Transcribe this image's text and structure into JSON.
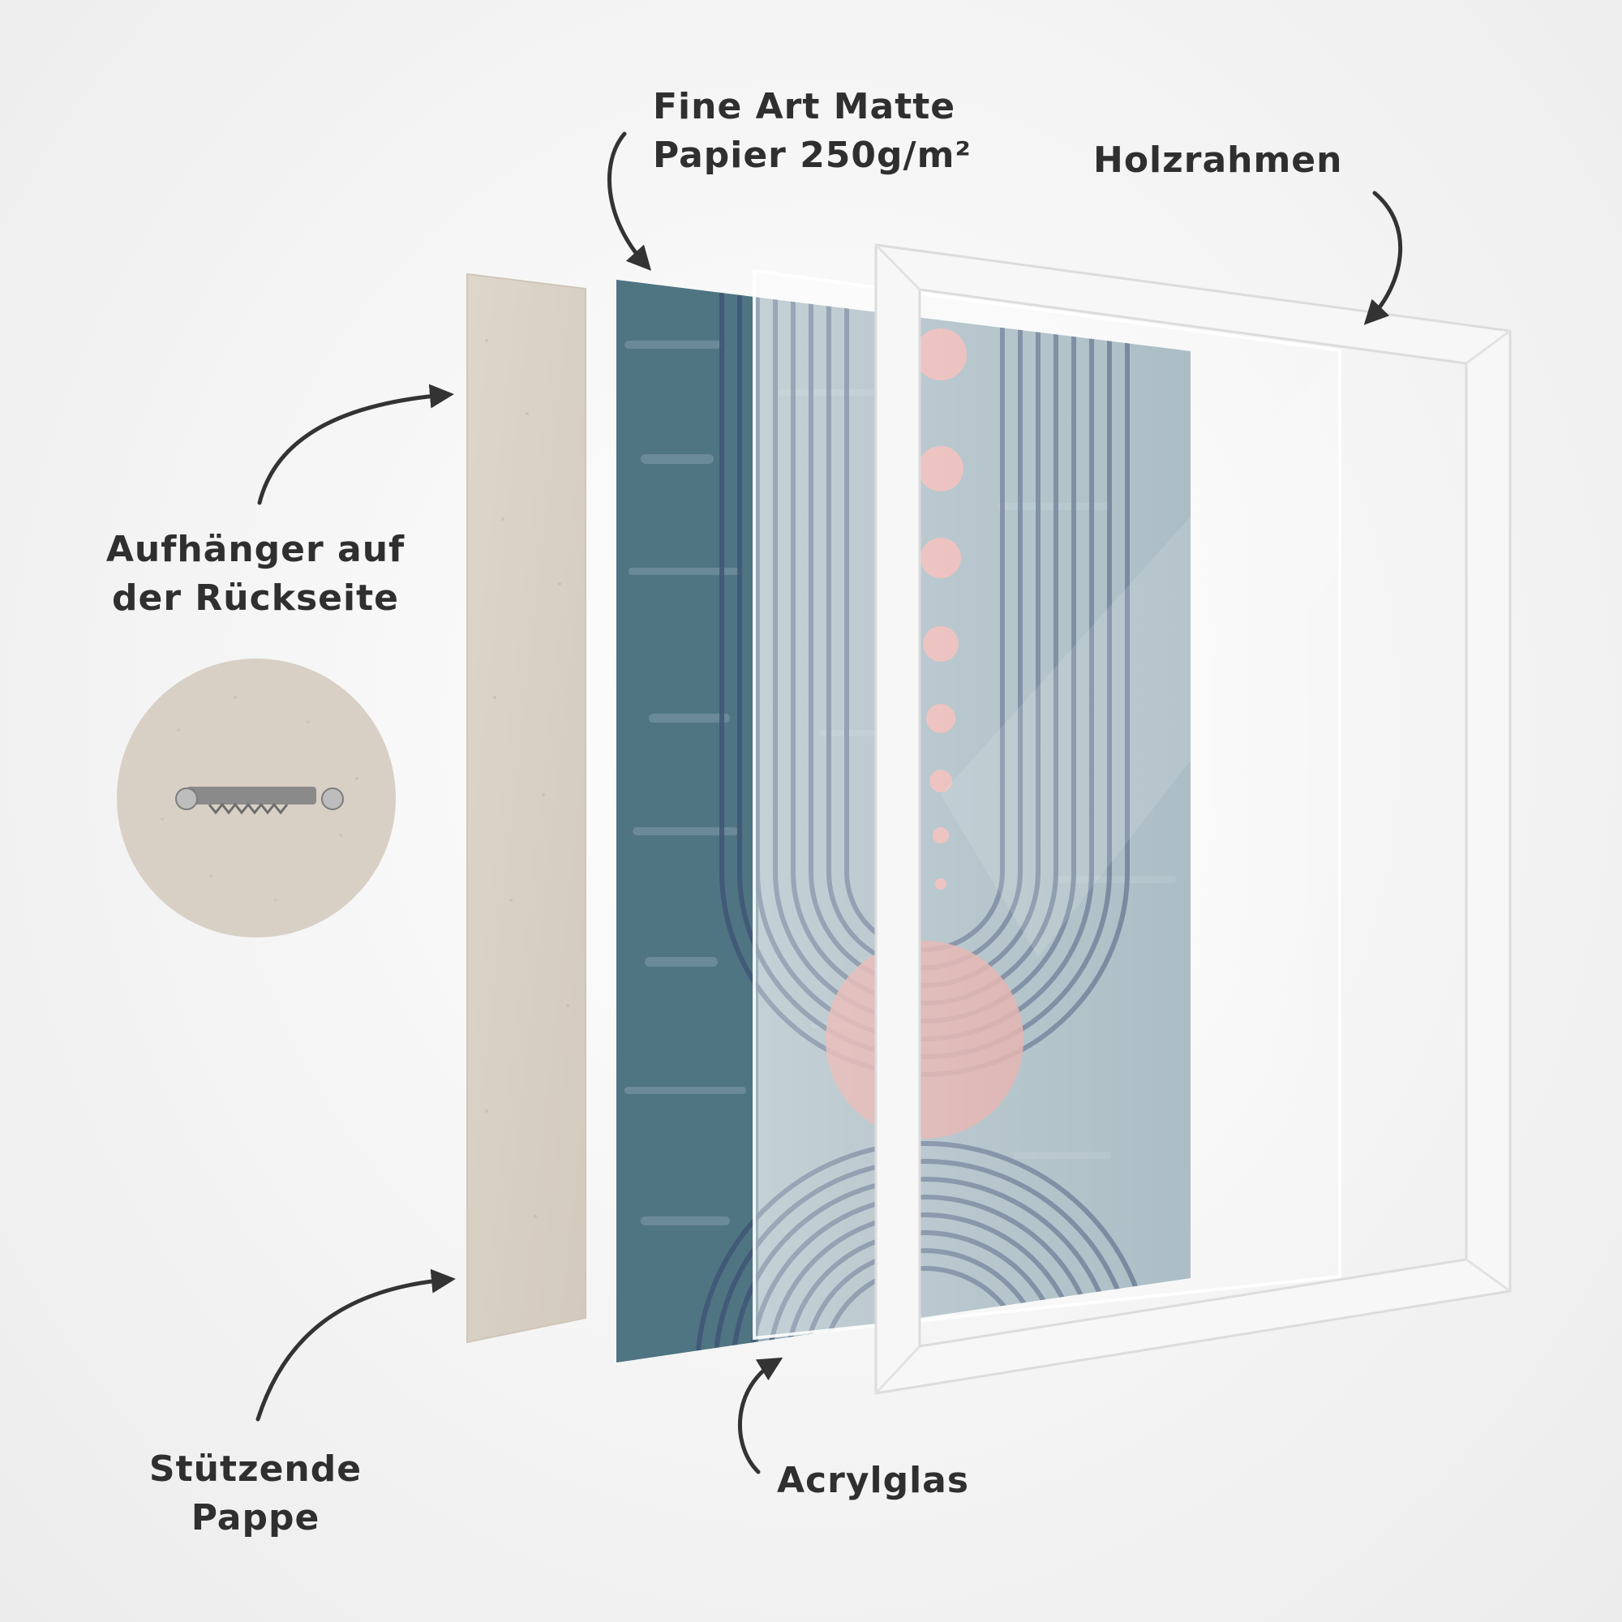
{
  "labels": {
    "paper": {
      "line1": "Fine Art Matte",
      "line2": "Papier 250g/m²"
    },
    "frame": "Holzrahmen",
    "hanger": {
      "line1": "Aufhänger auf",
      "line2": "der Rückseite"
    },
    "cardboard": {
      "line1": "Stützende",
      "line2": "Pappe"
    },
    "acrylic": "Acrylglas"
  },
  "colors": {
    "cardboard": "#d9d1c6",
    "print_teal": "#4f7482",
    "print_light": "#93aab4",
    "arc_stroke": "#3f5676",
    "dot_pink": "#e3a3a0",
    "frame_white": "#f7f7f7",
    "arrow": "#333333",
    "text": "#2f2f2f"
  }
}
